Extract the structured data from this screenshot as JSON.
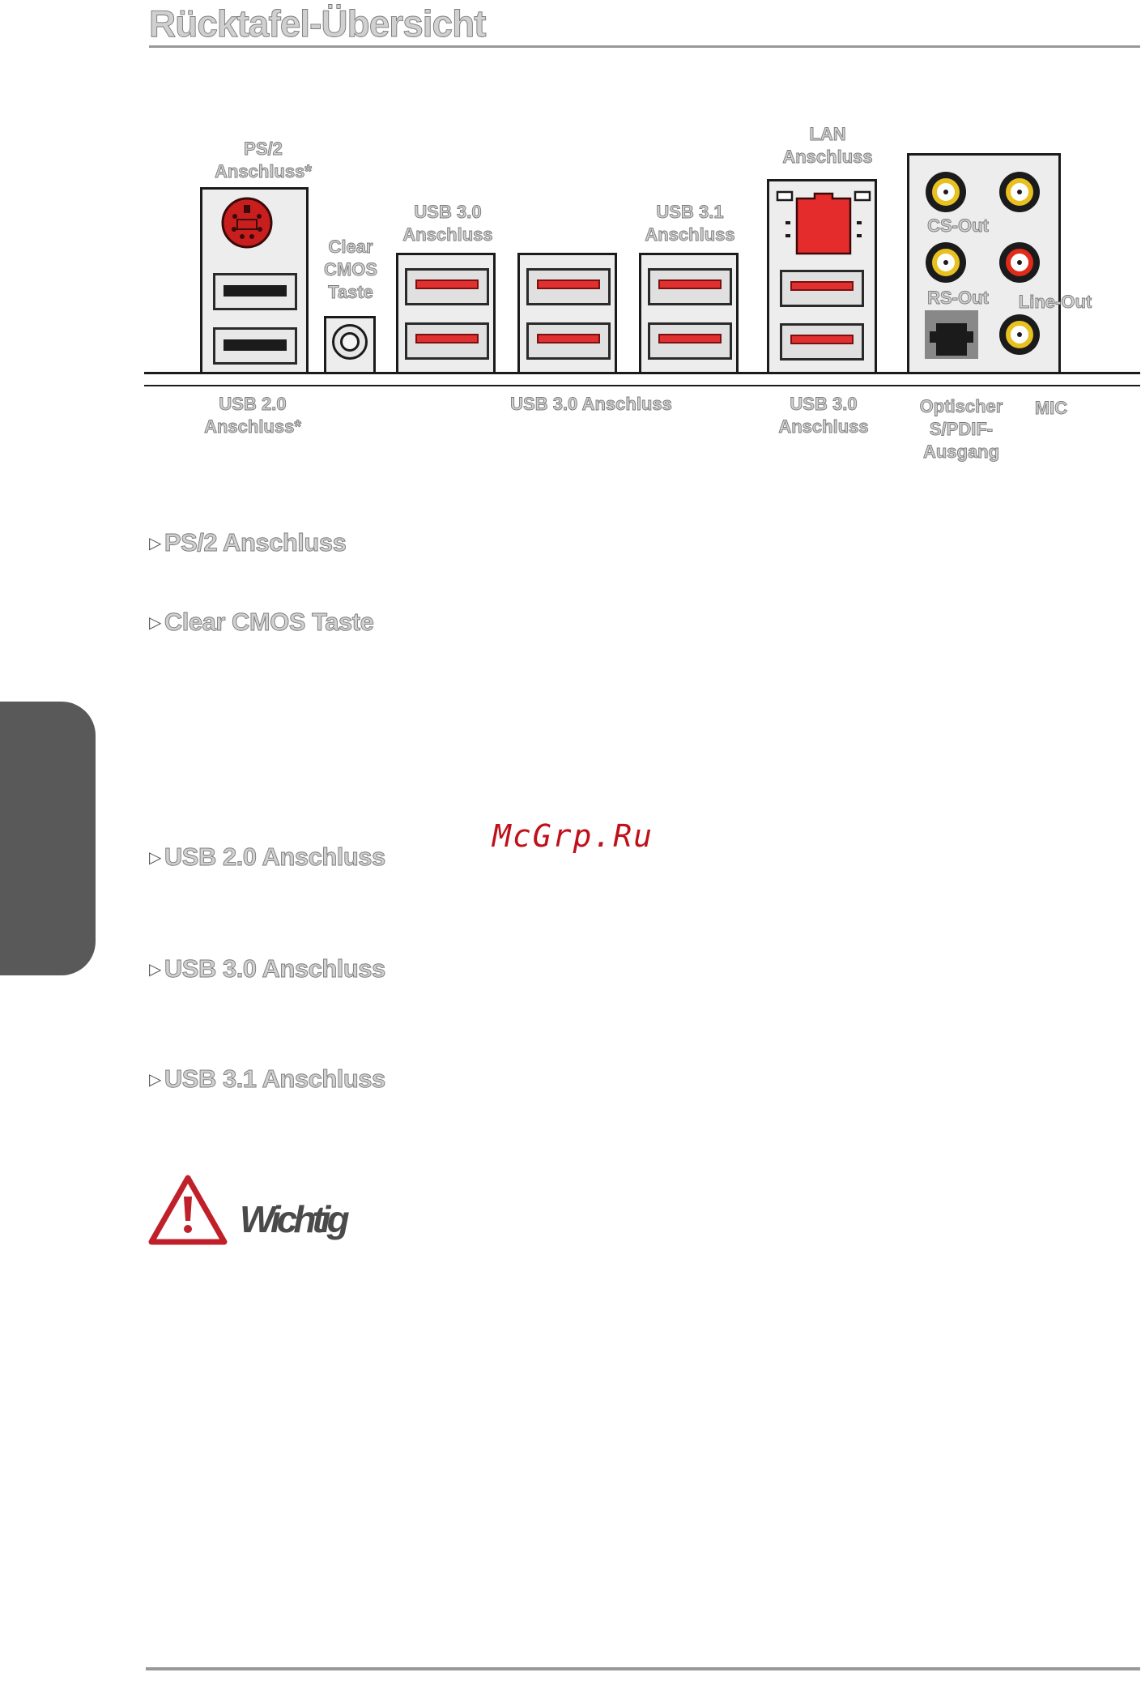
{
  "page": {
    "title": "Rücktafel-Übersicht",
    "watermark": "McGrp.Ru"
  },
  "diagram": {
    "top_labels": {
      "ps2": [
        "PS/2",
        "Anschluss*"
      ],
      "clear_cmos": [
        "Clear",
        "CMOS",
        "Taste"
      ],
      "usb30_left": [
        "USB 3.0",
        "Anschluss"
      ],
      "usb31": [
        "USB 3.1",
        "Anschluss"
      ],
      "lan": [
        "LAN",
        "Anschluss"
      ],
      "cs_out": "CS-Out",
      "rs_out": "RS-Out",
      "line_out": "Line-Out"
    },
    "bottom_labels": {
      "usb20": [
        "USB 2.0",
        "Anschluss*"
      ],
      "usb30_middle": "USB 3.0 Anschluss",
      "usb30_right": [
        "USB 3.0",
        "Anschluss"
      ],
      "spdif": [
        "Optischer",
        "S/PDIF-",
        "Ausgang"
      ],
      "mic": "MIC"
    },
    "colors": {
      "usb3_port": "#e03030",
      "ps2_port": "#c81e1e",
      "lan_port": "#e42c2c",
      "audio_yellow": "#e8c020",
      "audio_red": "#e02a1a"
    }
  },
  "sections": [
    {
      "heading": "PS/2 Anschluss"
    },
    {
      "heading": "Clear CMOS Taste"
    },
    {
      "heading": "USB 2.0 Anschluss"
    },
    {
      "heading": "USB 3.0 Anschluss"
    },
    {
      "heading": "USB 3.1 Anschluss"
    }
  ],
  "important": {
    "label": "Wichtig",
    "icon": "warning-triangle-icon"
  }
}
